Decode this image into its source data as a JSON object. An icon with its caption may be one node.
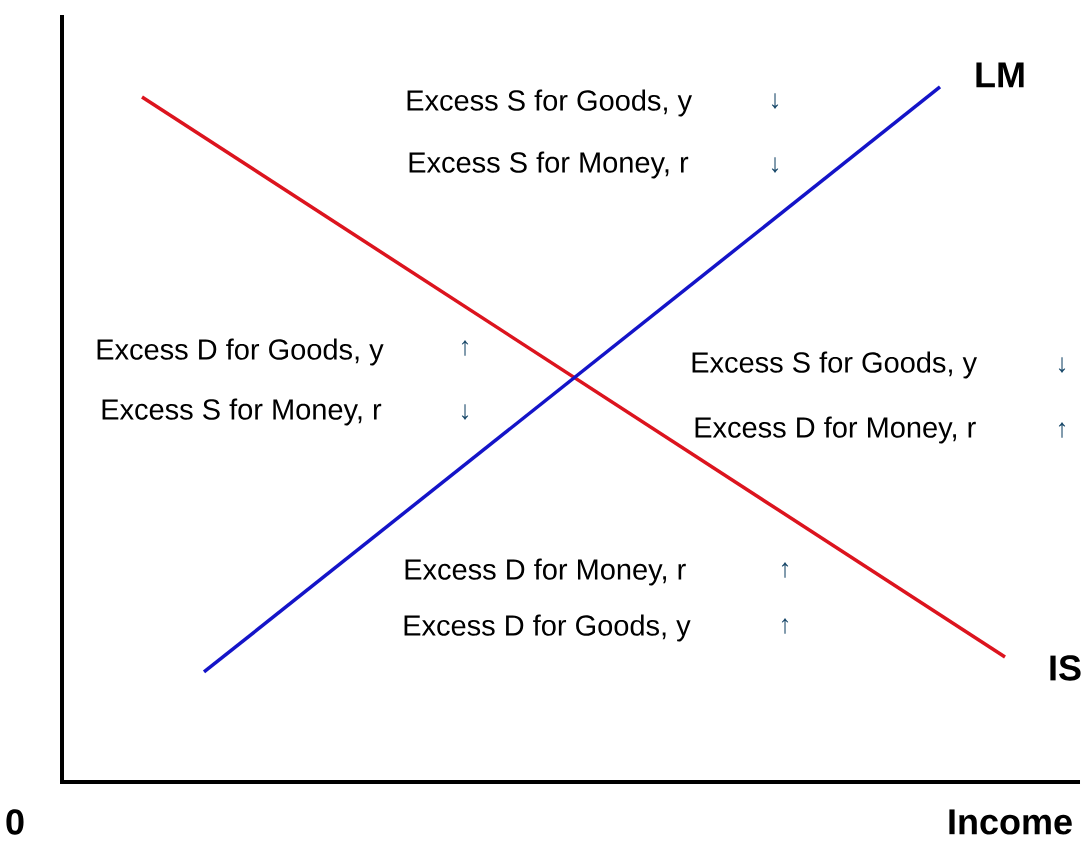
{
  "diagram": {
    "labels": [
      "Excess S for Goods, y",
      "↓",
      "Excess S for Money, r",
      "↓",
      "LM",
      "Excess D for Goods, y",
      "↑",
      "Excess S for Money, r",
      "↓",
      "Excess S for Goods, y",
      "↓",
      "Excess D for Money, r",
      "↑",
      "Excess D for Money, r",
      "↑",
      "Excess D for Goods, y",
      "↑",
      "IS",
      "0",
      "Income"
    ]
  }
}
